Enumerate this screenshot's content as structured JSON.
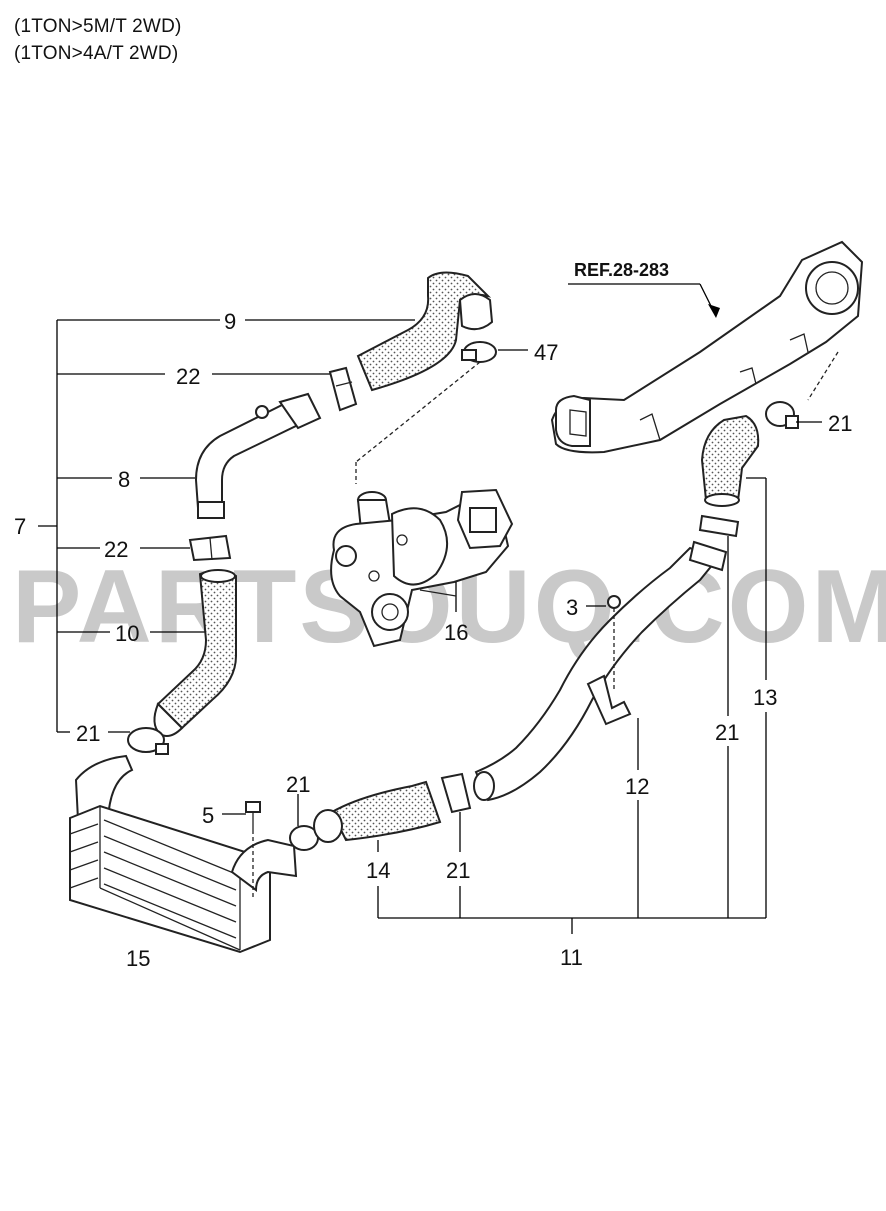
{
  "header": {
    "line1": "(1TON>5M/T 2WD)",
    "line2": "(1TON>4A/T 2WD)"
  },
  "reference": "REF.28-283",
  "watermark": "PARTSOUQ.COM",
  "callouts": {
    "c7": "7",
    "c9": "9",
    "c22a": "22",
    "c8": "8",
    "c22b": "22",
    "c10": "10",
    "c21a": "21",
    "c47": "47",
    "c16": "16",
    "c21b": "21",
    "c3": "3",
    "c13": "13",
    "c21c": "21",
    "c12": "12",
    "c21d": "21",
    "c5": "5",
    "c14": "14",
    "c21e": "21",
    "c15": "15",
    "c11": "11"
  }
}
